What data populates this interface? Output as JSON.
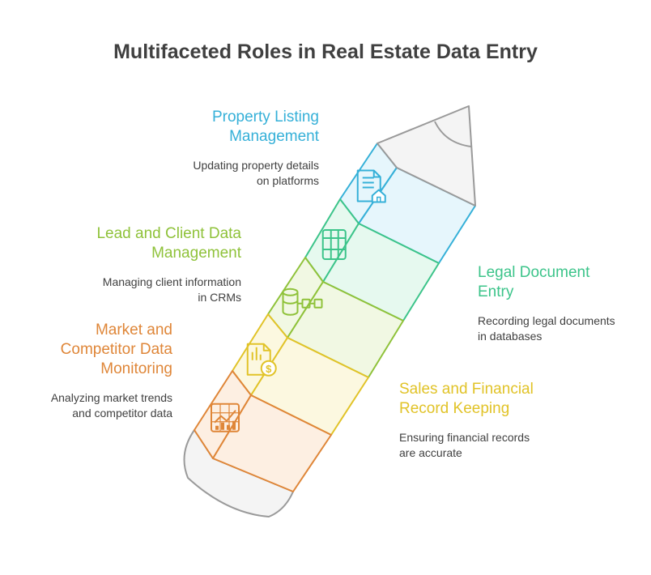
{
  "title": "Multifaceted Roles in Real Estate Data Entry",
  "colors": {
    "outline": "#9a9a9a",
    "text_dark": "#404040",
    "tip_fill": "#f4f4f4"
  },
  "segments": [
    {
      "key": "listing",
      "title": "Property Listing Management",
      "title_lines": [
        "Property Listing",
        "Management"
      ],
      "description_lines": [
        "Updating property details",
        "on platforms"
      ],
      "icon": "document-house-icon",
      "color": "#35b0d8",
      "fill": "#e6f6fc"
    },
    {
      "key": "legal",
      "title": "Legal Document Entry",
      "title_lines": [
        "Legal Document",
        "Entry"
      ],
      "description_lines": [
        "Recording legal documents",
        "in databases"
      ],
      "icon": "spreadsheet-icon",
      "color": "#3cc48a",
      "fill": "#e6f9ef"
    },
    {
      "key": "lead",
      "title": "Lead and Client Data Management",
      "title_lines": [
        "Lead and Client Data",
        "Management"
      ],
      "description_lines": [
        "Managing client information",
        "in CRMs"
      ],
      "icon": "database-flow-icon",
      "color": "#8fc23a",
      "fill": "#f1f8e3"
    },
    {
      "key": "sales",
      "title": "Sales and Financial Record Keeping",
      "title_lines": [
        "Sales and Financial",
        "Record Keeping"
      ],
      "description_lines": [
        "Ensuring financial records",
        "are accurate"
      ],
      "icon": "finance-document-icon",
      "color": "#e1c328",
      "fill": "#fcf8e0"
    },
    {
      "key": "market",
      "title": "Market and Competitor Data Monitoring",
      "title_lines": [
        "Market and",
        "Competitor Data",
        "Monitoring"
      ],
      "description_lines": [
        "Analyzing market trends",
        "and competitor data"
      ],
      "icon": "chart-icon",
      "color": "#df8638",
      "fill": "#fdefe2"
    }
  ]
}
